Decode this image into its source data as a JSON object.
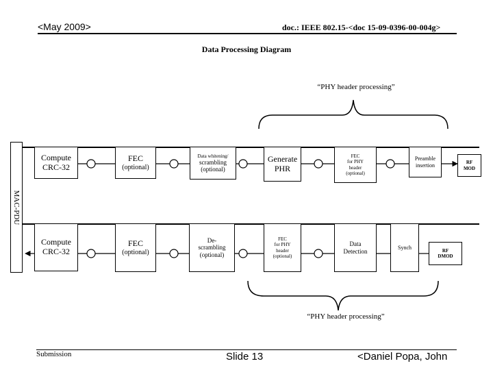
{
  "header": {
    "date": "<May 2009>",
    "doc": "doc.: IEEE 802.15-<doc 15-09-0396-00-004g>"
  },
  "title": "Data Processing Diagram",
  "side_label": "MAC-PDU",
  "annotations": {
    "top": "“PHY header processing”",
    "bottom": "“PHY header processing”"
  },
  "tx": {
    "crc": [
      "Compute",
      "CRC-32"
    ],
    "fec": [
      "FEC",
      "(optional)"
    ],
    "whitening": [
      "Data whitening/",
      "scrambling",
      "(optional)"
    ],
    "phr": [
      "Generate",
      "PHR"
    ],
    "fec_phy": [
      "FEC",
      "for PHY",
      "header",
      "(optional)"
    ],
    "preamble": [
      "Preamble",
      "insertion"
    ],
    "rf": [
      "RF",
      "MOD"
    ]
  },
  "rx": {
    "crc": [
      "Compute",
      "CRC-32"
    ],
    "fec": [
      "FEC",
      "(optional)"
    ],
    "descrambling": [
      "De-",
      "scrambling",
      "(optional)"
    ],
    "fec_phy": [
      "FEC",
      "for PHY",
      "header",
      "(optional)"
    ],
    "detection": [
      "Data",
      "Detection"
    ],
    "synch": [
      "Synch"
    ],
    "rf": [
      "RF",
      "DMOD"
    ]
  },
  "footer": {
    "left": "Submission",
    "slide": "Slide 13",
    "author": "<Daniel Popa, John"
  }
}
